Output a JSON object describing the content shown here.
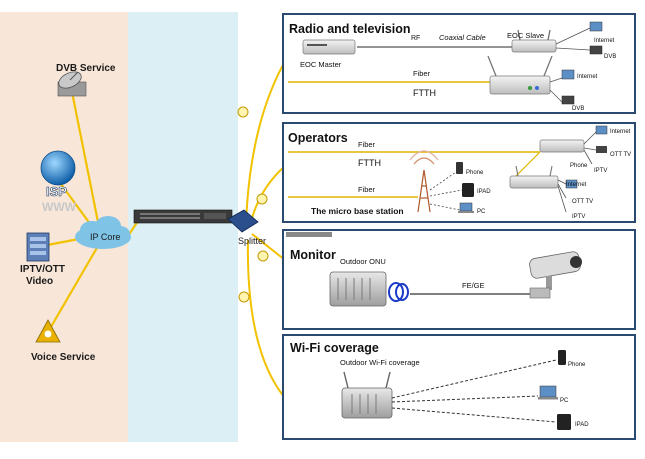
{
  "left": {
    "dvb_service": "DVB Service",
    "isp": "ISP",
    "www": "WWW",
    "iptv_line1": "IPTV/OTT",
    "iptv_line2": "Video",
    "voice_service": "Voice Service",
    "ip_core": "IP Core"
  },
  "center": {
    "splitter": "Splitter"
  },
  "radio_panel": {
    "title": "Radio and television",
    "rf": "RF",
    "coaxial_cable": "Coaxial Cable",
    "eoc_slave": "EOC Slave",
    "eoc_master": "EOC Master",
    "fiber": "Fiber",
    "ftth": "FTTH",
    "internet_1": "Internet",
    "dvb_1": "DVB",
    "internet_2": "Internet",
    "dvb_2": "DVB"
  },
  "operators_panel": {
    "title": "Operators",
    "fiber_1": "Fiber",
    "ftth": "FTTH",
    "fiber_2": "Fiber",
    "micro_base_station": "The micro base station",
    "phone": "Phone",
    "ipad": "IPAD",
    "pc": "PC",
    "internet_1": "Internet",
    "ott_tv_1": "OTT TV",
    "phone_2": "Phone",
    "iptv_1": "IPTV",
    "internet_2": "Internet",
    "ott_tv_2": "OTT TV",
    "iptv_2": "IPTV"
  },
  "monitor_panel": {
    "title": "Monitor",
    "outdoor_onu": "Outdoor ONU",
    "fe_ge": "FE/GE"
  },
  "wifi_panel": {
    "title": "Wi-Fi coverage",
    "outdoor_wifi": "Outdoor Wi-Fi coverage",
    "phone": "Phone",
    "pc": "PC",
    "ipad": "IPAD"
  },
  "colors": {
    "left_bg": "#f8e6d8",
    "mid_bg": "#dceff4",
    "panel_border": "#2b4a6f",
    "yellow_line": "#f2c200",
    "fiber_line": "#e0b400",
    "cloud": "#7fc3e6"
  }
}
